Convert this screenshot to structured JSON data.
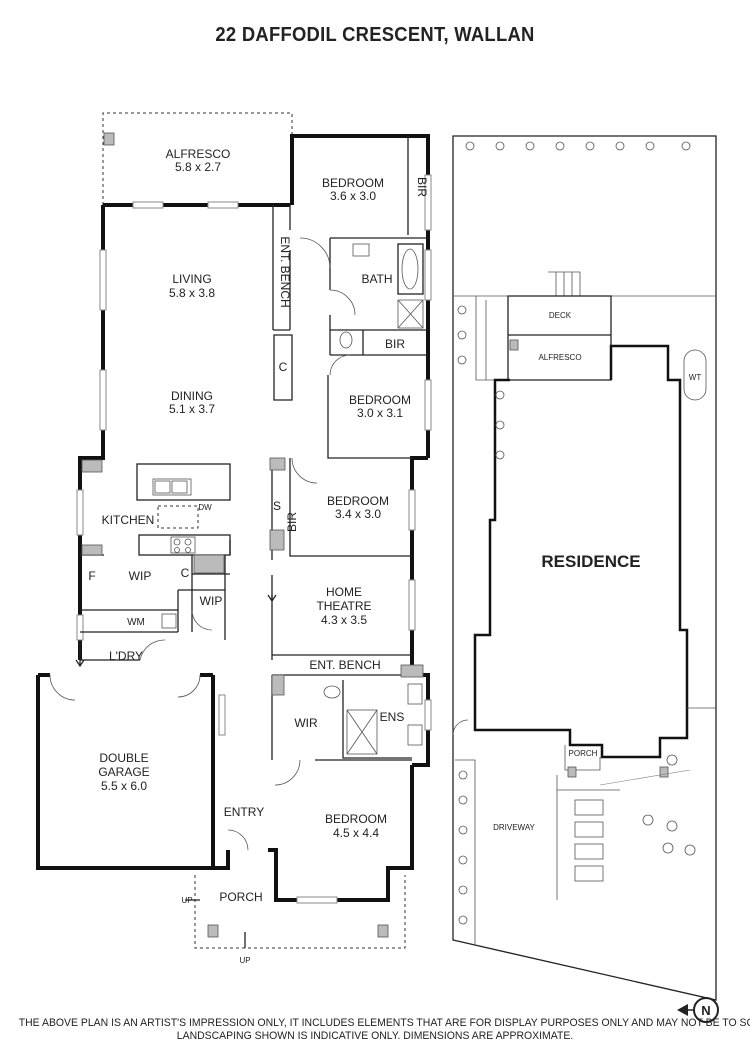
{
  "title": "22 DAFFODIL CRESCENT, WALLAN",
  "rooms": {
    "alfresco": {
      "name": "ALFRESCO",
      "size": "5.8 x 2.7"
    },
    "bedroom1": {
      "name": "BEDROOM",
      "size": "3.6 x 3.0"
    },
    "bir1": "BIR",
    "ent_bench1": "ENT. BENCH",
    "bath": "BATH",
    "bir2": "BIR",
    "living": {
      "name": "LIVING",
      "size": "5.8 x 3.8"
    },
    "dining": {
      "name": "DINING",
      "size": "5.1 x 3.7"
    },
    "c1": "C",
    "bedroom2": {
      "name": "BEDROOM",
      "size": "3.0 x 3.1"
    },
    "kitchen": "KITCHEN",
    "dw": "DW",
    "bedroom3": {
      "name": "BEDROOM",
      "size": "3.4 x 3.0"
    },
    "s": "S",
    "bir3": "BIR",
    "f": "F",
    "wip1": "WIP",
    "c2": "C",
    "wip2": "WIP",
    "wm": "WM",
    "home_theatre": {
      "name1": "HOME",
      "name2": "THEATRE",
      "size": "4.3 x 3.5"
    },
    "ldry": "L'DRY",
    "ent_bench2": "ENT. BENCH",
    "double_garage": {
      "name1": "DOUBLE",
      "name2": "GARAGE",
      "size": "5.5 x 6.0"
    },
    "wir": "WIR",
    "ens": "ENS",
    "entry": "ENTRY",
    "bedroom4": {
      "name": "BEDROOM",
      "size": "4.5 x 4.4"
    },
    "porch": "PORCH",
    "up1": "UP",
    "up2": "UP"
  },
  "site": {
    "deck": "DECK",
    "alfresco": "ALFRESCO",
    "wt": "WT",
    "residence": "RESIDENCE",
    "porch": "PORCH",
    "driveway": "DRIVEWAY"
  },
  "compass": "N",
  "disclaimer": {
    "line1": "THE ABOVE PLAN IS AN ARTIST'S IMPRESSION ONLY, IT INCLUDES ELEMENTS THAT ARE FOR DISPLAY PURPOSES ONLY AND MAY NOT BE TO SCALE.",
    "line2": "LANDSCAPING SHOWN IS INDICATIVE ONLY. DIMENSIONS ARE APPROXIMATE."
  }
}
